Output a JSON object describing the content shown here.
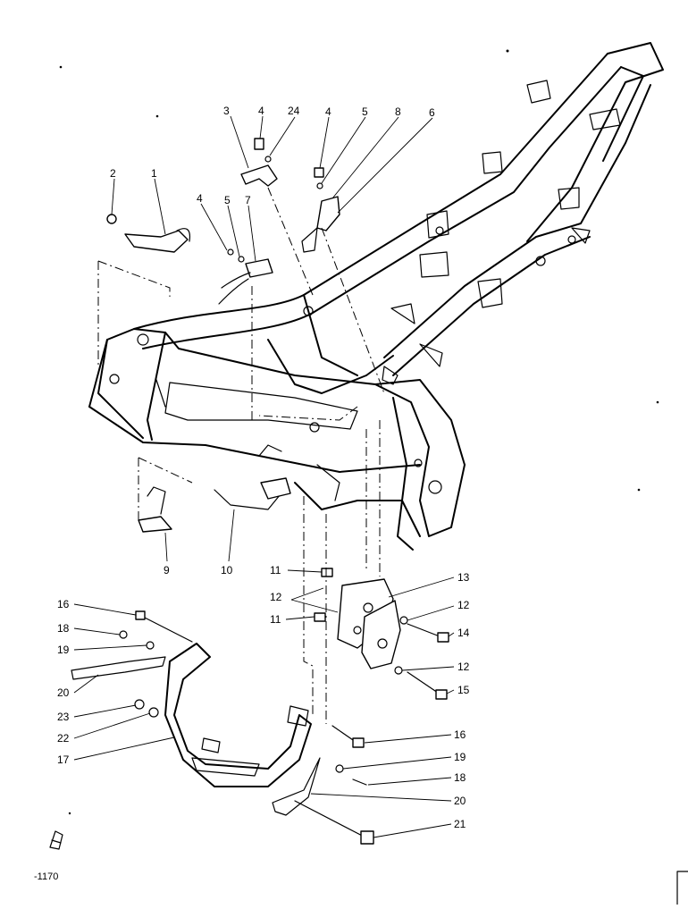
{
  "diagram": {
    "callouts": [
      {
        "id": "c-3",
        "text": "3"
      },
      {
        "id": "c-4a",
        "text": "4"
      },
      {
        "id": "c-24",
        "text": "24"
      },
      {
        "id": "c-4b",
        "text": "4"
      },
      {
        "id": "c-5a",
        "text": "5"
      },
      {
        "id": "c-8",
        "text": "8"
      },
      {
        "id": "c-6",
        "text": "6"
      },
      {
        "id": "c-2",
        "text": "2"
      },
      {
        "id": "c-1",
        "text": "1"
      },
      {
        "id": "c-4c",
        "text": "4"
      },
      {
        "id": "c-5b",
        "text": "5"
      },
      {
        "id": "c-7",
        "text": "7"
      },
      {
        "id": "c-9",
        "text": "9"
      },
      {
        "id": "c-10",
        "text": "10"
      },
      {
        "id": "c-11a",
        "text": "11"
      },
      {
        "id": "c-13",
        "text": "13"
      },
      {
        "id": "c-12a",
        "text": "12"
      },
      {
        "id": "c-12b",
        "text": "12"
      },
      {
        "id": "c-11b",
        "text": "11"
      },
      {
        "id": "c-14",
        "text": "14"
      },
      {
        "id": "c-12c",
        "text": "12"
      },
      {
        "id": "c-15",
        "text": "15"
      },
      {
        "id": "c-16a",
        "text": "16"
      },
      {
        "id": "c-18a",
        "text": "18"
      },
      {
        "id": "c-19a",
        "text": "19"
      },
      {
        "id": "c-20a",
        "text": "20"
      },
      {
        "id": "c-23",
        "text": "23"
      },
      {
        "id": "c-22",
        "text": "22"
      },
      {
        "id": "c-17",
        "text": "17"
      },
      {
        "id": "c-16b",
        "text": "16"
      },
      {
        "id": "c-19b",
        "text": "19"
      },
      {
        "id": "c-18b",
        "text": "18"
      },
      {
        "id": "c-20b",
        "text": "20"
      },
      {
        "id": "c-21",
        "text": "21"
      }
    ],
    "figure_code": "-1170"
  }
}
